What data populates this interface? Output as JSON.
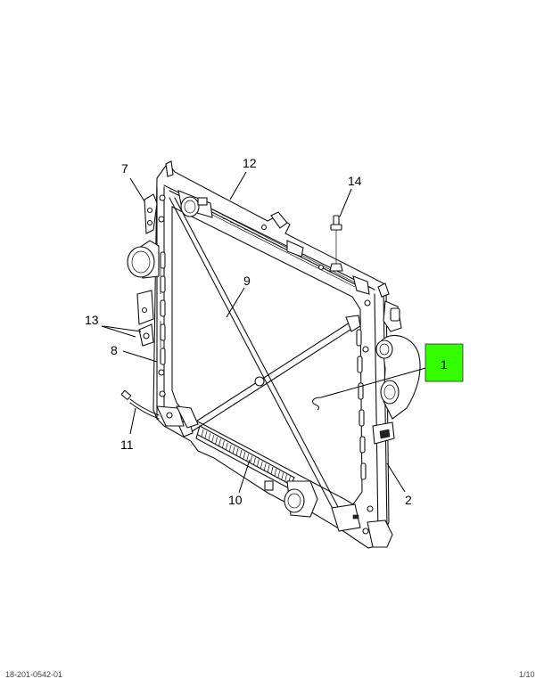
{
  "callouts": [
    {
      "id": "c1",
      "label": "1",
      "highlighted": true
    },
    {
      "id": "c2",
      "label": "2"
    },
    {
      "id": "c7",
      "label": "7"
    },
    {
      "id": "c8",
      "label": "8"
    },
    {
      "id": "c9",
      "label": "9"
    },
    {
      "id": "c10",
      "label": "10"
    },
    {
      "id": "c11",
      "label": "11"
    },
    {
      "id": "c12",
      "label": "12"
    },
    {
      "id": "c13",
      "label": "13"
    },
    {
      "id": "c14",
      "label": "14"
    }
  ],
  "highlight_color": "#33ff00",
  "footer": {
    "left_text": "18-201-0542-01",
    "right_text": "1/10"
  }
}
